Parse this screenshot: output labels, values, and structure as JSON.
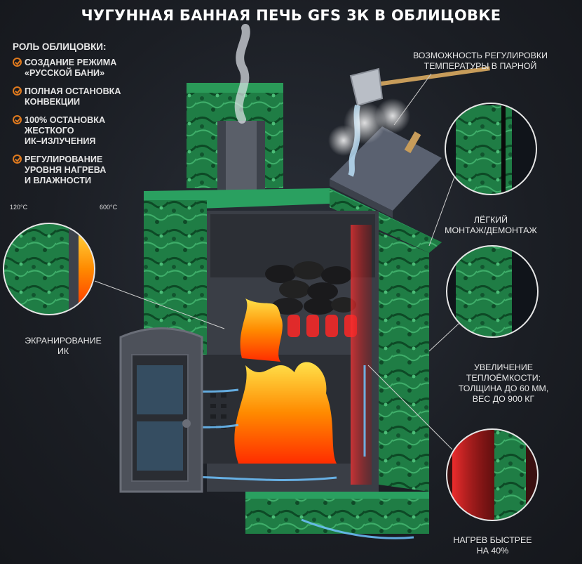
{
  "title": "ЧУГУННАЯ БАННАЯ ПЕЧЬ GFS 3К В ОБЛИЦОВКЕ",
  "role": {
    "heading": "РОЛЬ ОБЛИЦОВКИ:",
    "items": [
      {
        "text": "СОЗДАНИЕ РЕЖИМА\n«РУССКОЙ БАНИ»"
      },
      {
        "text": "ПОЛНАЯ ОСТАНОВКА\nКОНВЕКЦИИ"
      },
      {
        "text": "100% ОСТАНОВКА\nЖЕСТКОГО\nИК–ИЗЛУЧЕНИЯ"
      },
      {
        "text": "РЕГУЛИРОВАНИЕ\nУРОВНЯ НАГРЕВА\nИ ВЛАЖНОСТИ"
      }
    ],
    "check_color": "#e07a1e"
  },
  "callouts": {
    "temp_regulation": "ВОЗМОЖНОСТЬ РЕГУЛИРОВКИ\nТЕМПЕРАТУРЫ В ПАРНОЙ",
    "easy_mount": "ЛЁГКИЙ\nМОНТАЖ/ДЕМОНТАЖ",
    "ir_shield": "ЭКРАНИРОВАНИЕ\nИК",
    "heat_capacity": "УВЕЛИЧЕНИЕ\nТЕПЛОЁМКОСТИ:\nТОЛЩИНА ДО 60 ММ,\nВЕС ДО 900 КГ",
    "faster_heating": "НАГРЕВ БЫСТРЕЕ\nНА 40%"
  },
  "temperatures": {
    "outer": "120°C",
    "inner": "600°C"
  },
  "colors": {
    "background": "#1b1e24",
    "stone_green": "#1f8a4a",
    "cast_iron": "#4a4e57",
    "flame": "#ff6a00",
    "hot_red": "#e8262c",
    "air_blue": "#6fc3ff"
  },
  "icons": [
    "check-circle-icon",
    "ladle-icon",
    "steam-icon"
  ]
}
